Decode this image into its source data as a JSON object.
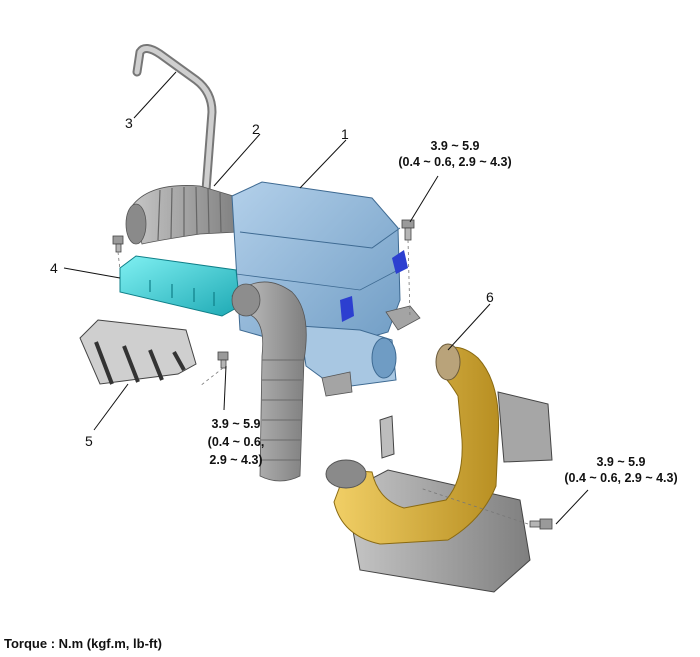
{
  "callouts": {
    "c1": "1",
    "c2": "2",
    "c3": "3",
    "c4": "4",
    "c5": "5",
    "c6": "6"
  },
  "torque_specs": {
    "top_right": {
      "line1": "3.9 ~ 5.9",
      "line2": "(0.4 ~ 0.6, 2.9 ~ 4.3)"
    },
    "middle": {
      "line1": "3.9 ~ 5.9",
      "line2": "(0.4 ~ 0.6,",
      "line3": "2.9 ~ 4.3)"
    },
    "bottom_right": {
      "line1": "3.9 ~ 5.9",
      "line2": "(0.4 ~ 0.6, 2.9 ~ 4.3)"
    }
  },
  "footer": {
    "torque_note": "Torque : N.m (kgf.m, lb-ft)"
  },
  "colors": {
    "air_cleaner_blue": "#8fb6d8",
    "duct_cyan": "#3fd0d8",
    "hose_gray": "#9a9a9a",
    "resonator_gold": "#d9b13a",
    "bracket_gray": "#a8a8a8"
  }
}
